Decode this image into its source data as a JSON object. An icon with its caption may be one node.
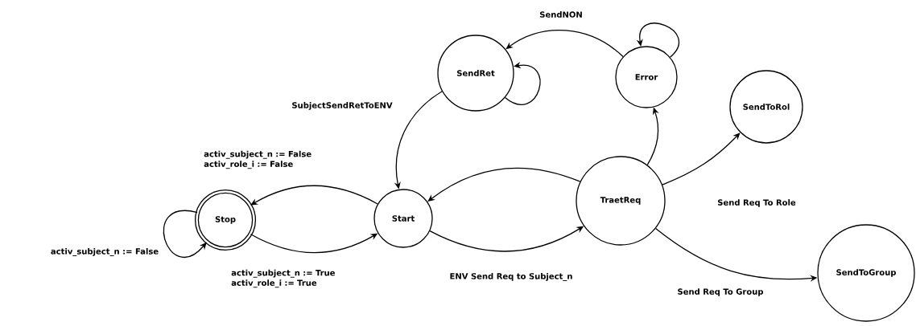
{
  "diagram": {
    "nodes": [
      {
        "text": [
          "SendRet"
        ]
      },
      {
        "text": [
          "Error"
        ]
      },
      {
        "text": [
          "SendToRol"
        ]
      },
      {
        "text": [
          "Stop"
        ]
      },
      {
        "text": [
          "Start"
        ]
      },
      {
        "text": [
          "TraetReq"
        ]
      },
      {
        "text": [
          "SendToGroup"
        ]
      }
    ],
    "edges": [
      {
        "from": 1,
        "to": 0,
        "arrow": "to",
        "label": "SendNON"
      },
      {
        "from": 1,
        "to": 1,
        "arrow": "to"
      },
      {
        "from": 0,
        "to": 0,
        "arrow": "to"
      },
      {
        "from": 0,
        "to": 4,
        "arrow": "to",
        "label": "SubjectSendRetToENV"
      },
      {
        "from": 5,
        "to": 1,
        "arrow": "to"
      },
      {
        "from": 5,
        "to": 2,
        "arrow": "to",
        "label": "Send Req To Role"
      },
      {
        "from": 5,
        "to": 6,
        "arrow": "to",
        "label": "Send Req To Group"
      },
      {
        "from": 5,
        "to": 4,
        "arrow": "to"
      },
      {
        "from": 4,
        "to": 3,
        "arrow": "to",
        "label": "activ_subject_n := False activ_role_i := False"
      },
      {
        "from": 3,
        "to": 4,
        "arrow": "to",
        "label": "activ_subject_n := True activ_role_i := True"
      },
      {
        "from": 3,
        "to": 3,
        "arrow": "to",
        "label": "activ_subject_n := False"
      },
      {
        "from": 4,
        "to": 5,
        "arrow": "to",
        "label": "ENV Send Req to Subject_n"
      }
    ]
  }
}
